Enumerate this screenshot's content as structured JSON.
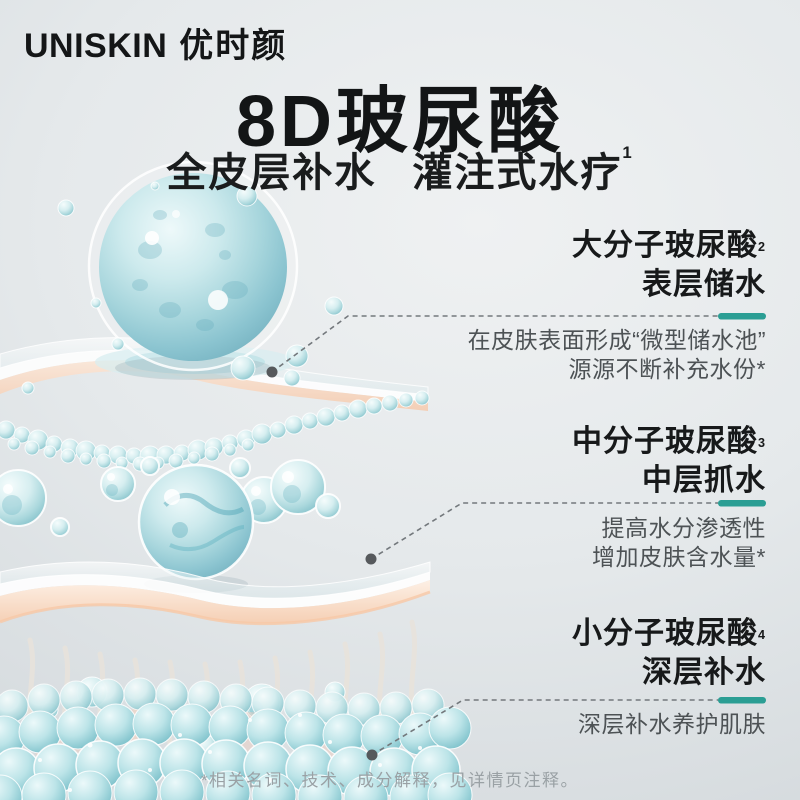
{
  "brand": {
    "logo_en": "UNISKIN",
    "logo_cn": "优时颜"
  },
  "hero": {
    "title": "8D玻尿酸",
    "subtitle_left": "全皮层补水",
    "subtitle_right": "灌注式水疗",
    "subtitle_sup": "1"
  },
  "annotations": [
    {
      "title": "大分子玻尿酸",
      "title_sup": "2",
      "subtitle": "表层储水",
      "desc_lines": [
        "在皮肤表面形成“微型储水池”",
        "源源不断补充水份*"
      ]
    },
    {
      "title": "中分子玻尿酸",
      "title_sup": "3",
      "subtitle": "中层抓水",
      "desc_lines": [
        "提高水分渗透性",
        "增加皮肤含水量*"
      ]
    },
    {
      "title": "小分子玻尿酸",
      "title_sup": "4",
      "subtitle": "深层补水",
      "desc_lines": [
        "深层补水养护肌肤",
        ""
      ]
    }
  ],
  "footnote": "*相关名词、技术、成分解释，见详情页注释。",
  "colors": {
    "accent_teal": "#2b9e94",
    "heading": "#17191a",
    "description": "#4d5255",
    "leader_line": "#75797c",
    "peach_layer": "#f6d3ba",
    "aqua_bubble": "#a8d6db"
  }
}
